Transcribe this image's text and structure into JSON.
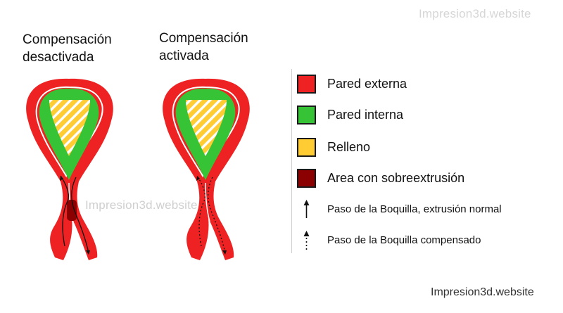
{
  "titles": {
    "left": "Compensación\ndesactivada",
    "right": "Compensación\nactivada"
  },
  "watermark": "Impresion3d.website",
  "site_label": "Impresion3d.website",
  "colors": {
    "outer_wall": "#ee2222",
    "inner_wall": "#36c436",
    "infill": "#ffcc33",
    "overextrusion": "#8b0000"
  },
  "legend": [
    {
      "label": "Pared externa",
      "color": "#ee2222",
      "icon": "red-swatch"
    },
    {
      "label": "Pared interna",
      "color": "#36c436",
      "icon": "green-swatch"
    },
    {
      "label": "Relleno",
      "color": "#ffcc33",
      "icon": "yellow-swatch"
    },
    {
      "label": "Area con sobreextrusión",
      "color": "#8b0000",
      "icon": "dark-red-swatch"
    }
  ],
  "arrows": [
    {
      "label": "Paso de la Boquilla, extrusión normal",
      "icon": "solid-arrow-icon"
    },
    {
      "label": "Paso de la Boquilla compensado",
      "icon": "dotted-arrow-icon"
    }
  ]
}
